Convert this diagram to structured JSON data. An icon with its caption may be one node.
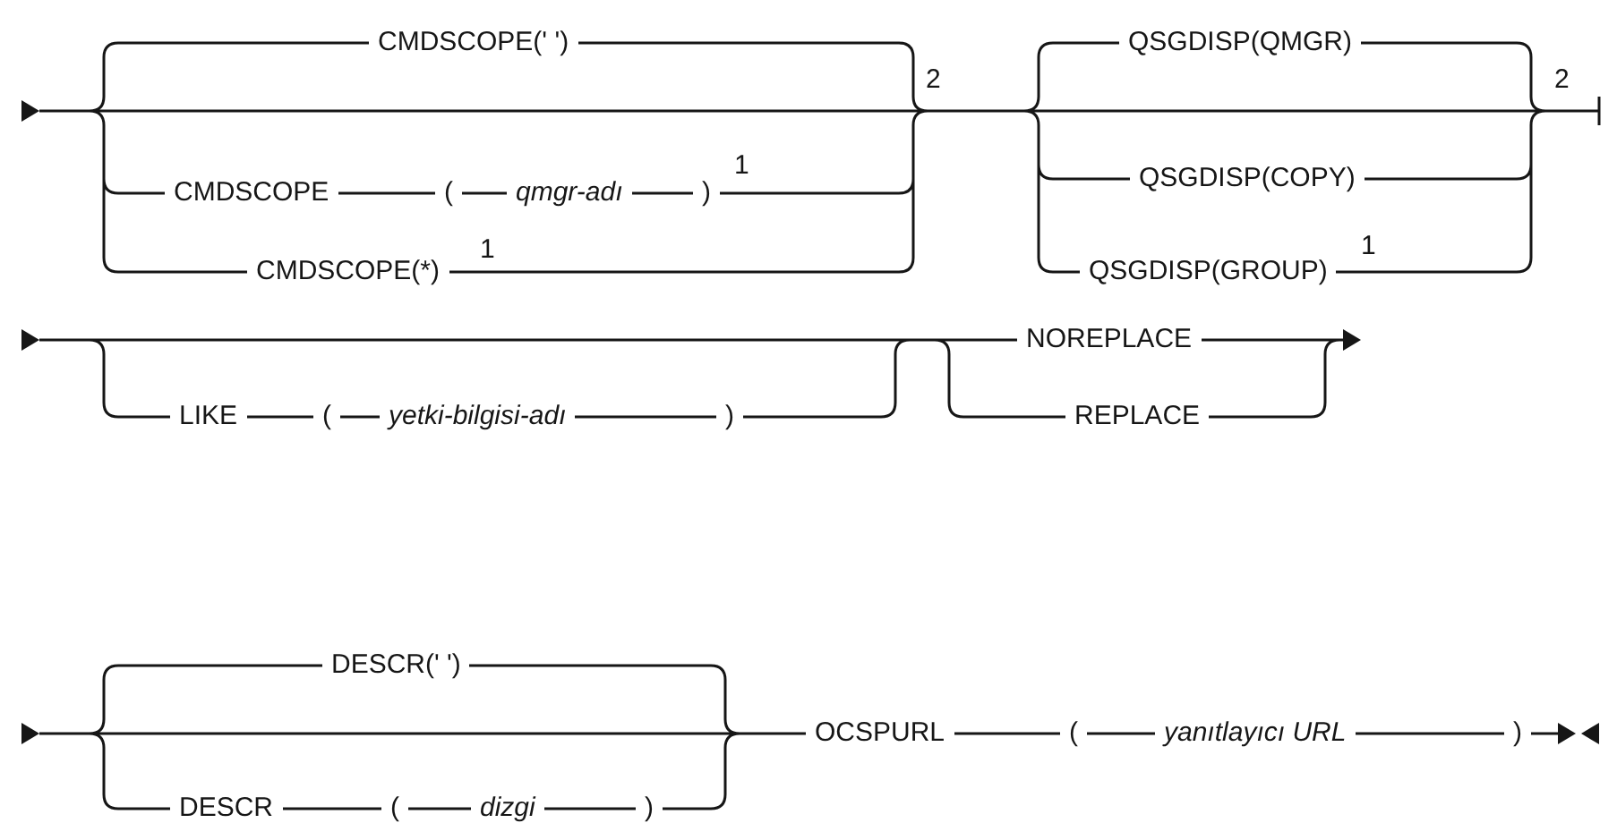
{
  "diagram": {
    "labels": [
      "CMDSCOPE(' ')",
      "2",
      "CMDSCOPE",
      "(",
      "qmgr-adı",
      ")",
      "1",
      "CMDSCOPE(*)",
      "1",
      "QSGDISP(QMGR)",
      "2",
      "QSGDISP(COPY)",
      "QSGDISP(GROUP)",
      "1",
      "NOREPLACE",
      "LIKE",
      "(",
      "yetki-bilgisi-adı",
      ")",
      "REPLACE",
      "DESCR(' ')",
      "OCSPURL",
      "(",
      "yanıtlayıcı URL",
      ")",
      "DESCR",
      "(",
      "dizgi",
      ")"
    ]
  }
}
